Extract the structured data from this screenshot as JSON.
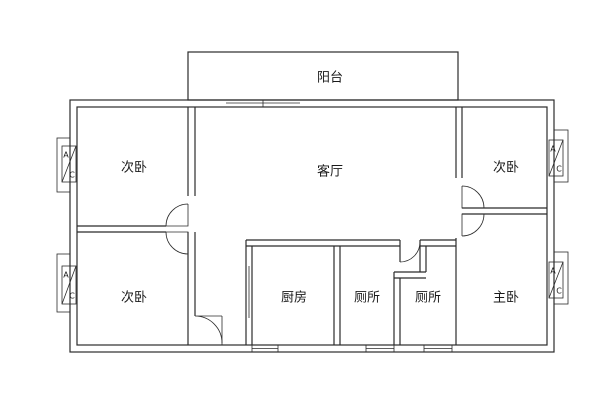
{
  "rooms": {
    "balcony": "阳台",
    "living_room": "客厅",
    "bedroom_top_left": "次卧",
    "bedroom_bottom_left": "次卧",
    "bedroom_top_right": "次卧",
    "master_bedroom": "主卧",
    "kitchen": "厨房",
    "toilet_left": "厕所",
    "toilet_right": "厕所"
  },
  "ac_units": {
    "label_top": "A",
    "label_bottom": "C"
  },
  "colors": {
    "line": "#2b2b2b",
    "background": "#ffffff"
  }
}
